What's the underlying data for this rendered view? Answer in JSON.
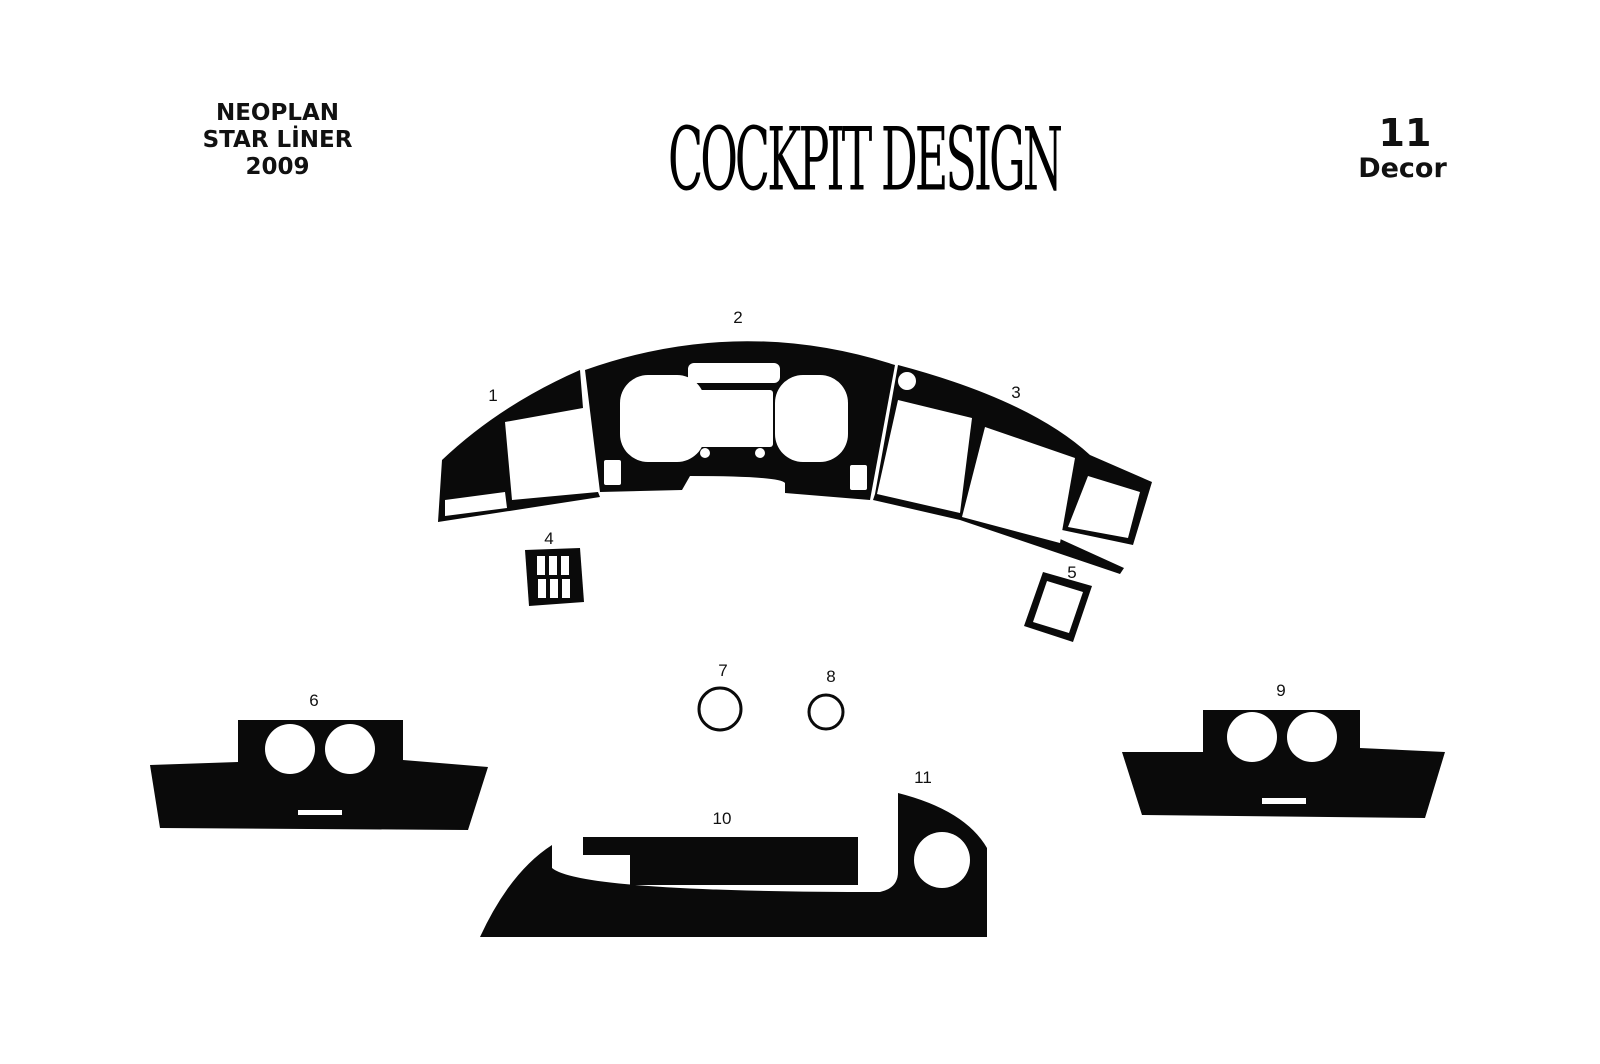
{
  "header": {
    "brand": "NEOPLAN",
    "model": "STAR LİNER",
    "year": "2009",
    "logo_text": "COCKPIT DESIGN",
    "piece_count": "11",
    "product_type": "Decor"
  },
  "pieces": [
    "1",
    "2",
    "3",
    "4",
    "5",
    "6",
    "7",
    "8",
    "9",
    "10",
    "11"
  ],
  "colors": {
    "piece_fill": "#0a0a0a",
    "background": "#ffffff"
  }
}
